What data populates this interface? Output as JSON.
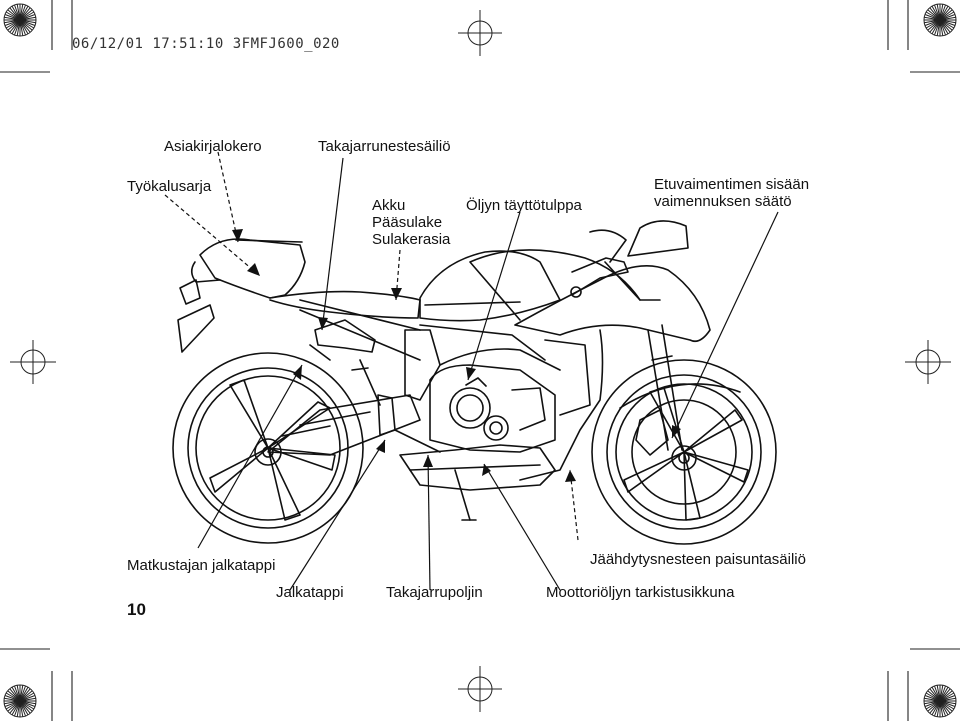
{
  "header": {
    "print_stamp": "06/12/01 17:51:10 3FMFJ600_020"
  },
  "page_number": "10",
  "labels": {
    "document_compartment": "Asiakirjalokero",
    "rear_brake_reservoir": "Takajarrunestesäiliö",
    "tool_kit": "Työkalusarja",
    "battery": "Akku",
    "main_fuse": "Pääsulake",
    "fuse_box": "Sulakerasia",
    "oil_filler_cap": "Öljyn täyttötulppa",
    "front_damping_line1": "Etuvaimentimen sisään",
    "front_damping_line2": "vaimennuksen säätö",
    "passenger_footpeg": "Matkustajan jalkatappi",
    "coolant_reserve_tank": "Jäähdytysnesteen paisuntasäiliö",
    "footpeg": "Jalkatappi",
    "rear_brake_pedal": "Takajarrupoljin",
    "oil_check_window": "Moottoriöljyn tarkistusikkuna"
  }
}
